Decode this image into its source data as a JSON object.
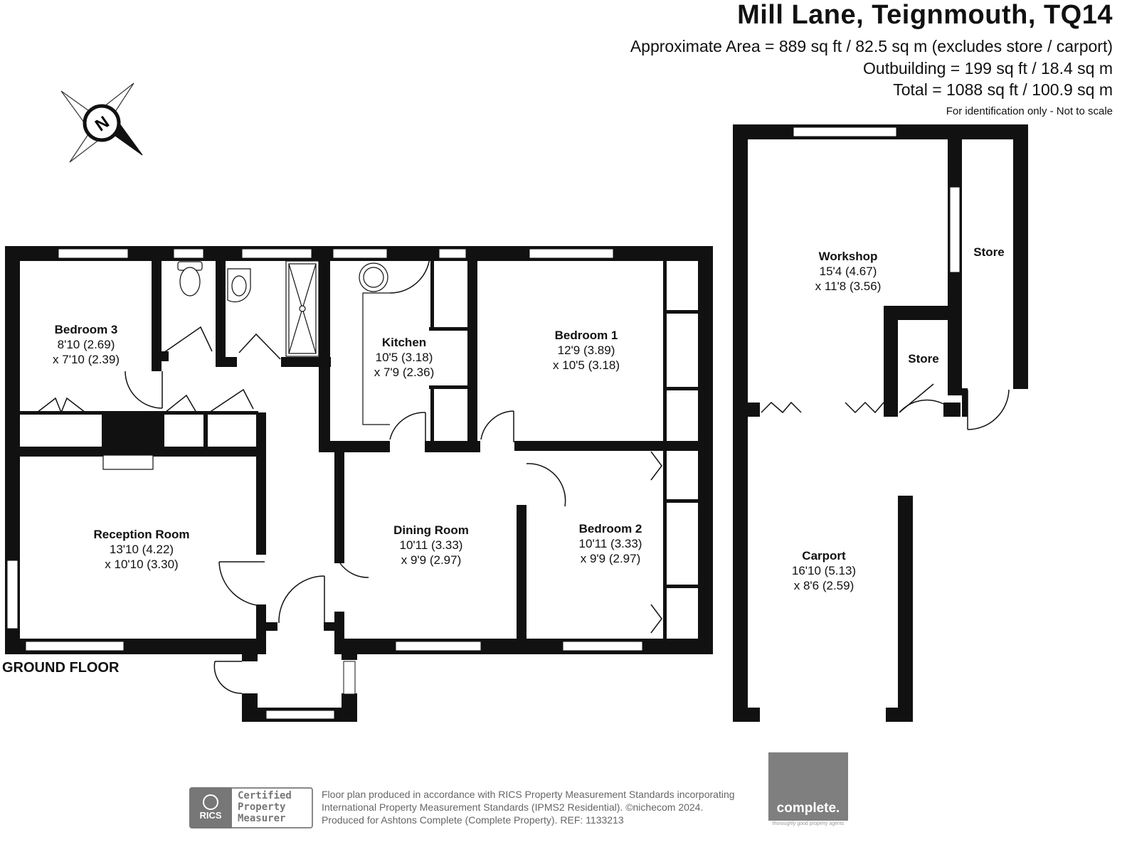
{
  "header": {
    "title": "Mill Lane, Teignmouth, TQ14",
    "area_approx": "Approximate Area = 889 sq ft / 82.5 sq m (excludes store / carport)",
    "area_outbuilding": "Outbuilding = 199 sq ft / 18.4 sq m",
    "area_total": "Total = 1088 sq ft / 100.9 sq m",
    "disclaimer": "For identification only - Not to scale"
  },
  "compass": {
    "letter": "N",
    "icon": "north-compass-icon"
  },
  "floor_label": "GROUND FLOOR",
  "rooms": {
    "bedroom3": {
      "name": "Bedroom 3",
      "dim1": "8'10 (2.69)",
      "dim2": "x 7'10 (2.39)"
    },
    "kitchen": {
      "name": "Kitchen",
      "dim1": "10'5 (3.18)",
      "dim2": "x 7'9 (2.36)"
    },
    "bedroom1": {
      "name": "Bedroom 1",
      "dim1": "12'9 (3.89)",
      "dim2": "x 10'5 (3.18)"
    },
    "reception": {
      "name": "Reception Room",
      "dim1": "13'10 (4.22)",
      "dim2": "x 10'10 (3.30)"
    },
    "dining": {
      "name": "Dining Room",
      "dim1": "10'11 (3.33)",
      "dim2": "x 9'9 (2.97)"
    },
    "bedroom2": {
      "name": "Bedroom 2",
      "dim1": "10'11 (3.33)",
      "dim2": "x 9'9 (2.97)"
    },
    "workshop": {
      "name": "Workshop",
      "dim1": "15'4 (4.67)",
      "dim2": "x 11'8 (3.56)"
    },
    "store_large": {
      "name": "Store"
    },
    "store_small": {
      "name": "Store"
    },
    "carport": {
      "name": "Carport",
      "dim1": "16'10 (5.13)",
      "dim2": "x 8'6 (2.59)"
    }
  },
  "footer": {
    "line1": "Floor plan produced in accordance with RICS Property Measurement Standards incorporating",
    "line2": "International Property Measurement Standards (IPMS2 Residential).   ©nichecom 2024.",
    "line3": "Produced for Ashtons Complete (Complete Property).   REF:  1133213",
    "rics_badge": {
      "logo_text": "RICS",
      "line1": "Certified",
      "line2": "Property",
      "line3": "Measurer"
    },
    "brand": {
      "name": "complete.",
      "tagline": "thoroughly good property agents"
    }
  },
  "colors": {
    "wall": "#111111",
    "window": "#ffffff",
    "brand_grey": "#7f7f7f"
  }
}
